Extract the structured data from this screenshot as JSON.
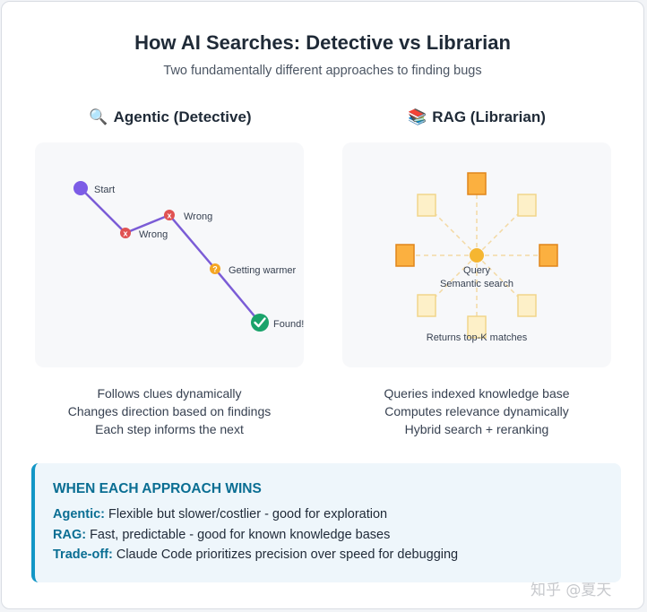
{
  "title": "How AI Searches: Detective vs Librarian",
  "subtitle": "Two fundamentally different approaches to finding bugs",
  "agentic": {
    "emoji": "🔍",
    "heading": "Agentic (Detective)",
    "labels": {
      "start": "Start",
      "wrong1": "Wrong",
      "wrong2": "Wrong",
      "warmer": "Getting warmer",
      "found": "Found!"
    },
    "marks": {
      "wrong": "x",
      "warmer": "?"
    },
    "desc": [
      "Follows clues dynamically",
      "Changes direction based on findings",
      "Each step informs the next"
    ],
    "colors": {
      "path": "#7b5cd6",
      "start": "#7c5ce6",
      "wrong": "#e05252",
      "warmer": "#f5a623",
      "found": "#1aa36b"
    }
  },
  "rag": {
    "emoji": "📚",
    "heading": "RAG (Librarian)",
    "query_label": "Query",
    "semantic_label": "Semantic search",
    "returns_label": "Returns top-K matches",
    "desc": [
      "Queries indexed knowledge base",
      "Computes relevance dynamically",
      "Hybrid search + reranking"
    ],
    "colors": {
      "strong": "#fbb040",
      "strong_border": "#e0861a",
      "weak": "#fdf0c8",
      "weak_border": "#f1d58a",
      "center": "#f5b631",
      "spoke": "#f3d9a4"
    }
  },
  "wins": {
    "title": "WHEN EACH APPROACH WINS",
    "lines": [
      {
        "key": "Agentic:",
        "text": "Flexible but slower/costlier - good for exploration"
      },
      {
        "key": "RAG:",
        "text": "Fast, predictable - good for known knowledge bases"
      },
      {
        "key": "Trade-off:",
        "text": "Claude Code prioritizes precision over speed for debugging"
      }
    ],
    "accent": "#1296c6"
  },
  "watermark": "知乎 @夏天"
}
